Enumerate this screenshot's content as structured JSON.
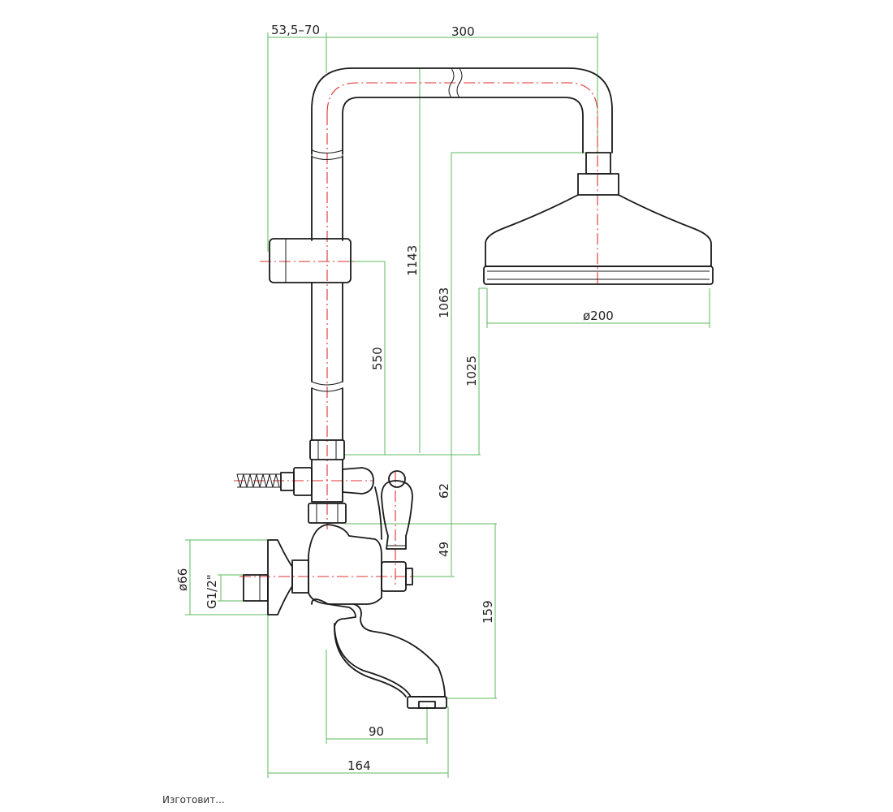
{
  "dimensions": {
    "top_offset": "53,5–70",
    "arm_length": "300",
    "height_total": "1143",
    "height_head": "1063",
    "height_head_face": "1025",
    "slider": "550",
    "diverter": "62",
    "body_to_diverter": "49",
    "spout_drop": "159",
    "head_diameter": "ø200",
    "flange_diameter": "ø66",
    "thread": "G1/2\"",
    "spout_reach": "90",
    "overall_depth": "164"
  },
  "footer_text": "Изготовит..."
}
